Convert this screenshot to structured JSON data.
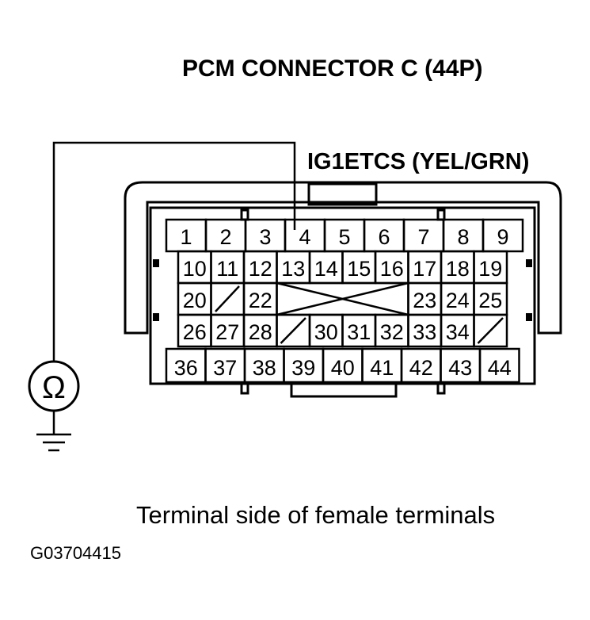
{
  "title": "PCM CONNECTOR C (44P)",
  "wire_label": "IG1ETCS (YEL/GRN)",
  "caption": "Terminal side of female terminals",
  "figure_code": "G03704415",
  "meter_symbol": "Ω",
  "connector": {
    "row1": [
      "1",
      "2",
      "3",
      "4",
      "5",
      "6",
      "7",
      "8",
      "9"
    ],
    "row2": [
      "10",
      "11",
      "12",
      "13",
      "14",
      "15",
      "16",
      "17",
      "18",
      "19"
    ],
    "row3": [
      "20",
      "",
      "22",
      "",
      "23",
      "24",
      "25"
    ],
    "row4": [
      "26",
      "27",
      "28",
      "",
      "30",
      "31",
      "32",
      "33",
      "34",
      ""
    ],
    "row5": [
      "36",
      "37",
      "38",
      "39",
      "40",
      "41",
      "42",
      "43",
      "44"
    ]
  }
}
